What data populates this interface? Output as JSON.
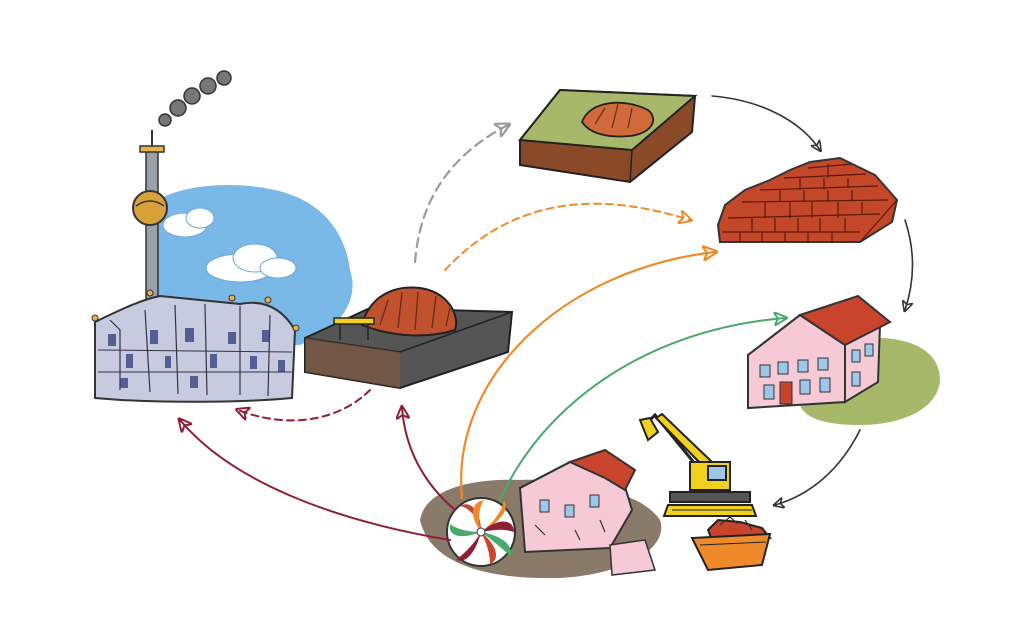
{
  "scene": {
    "nodes": [
      {
        "id": "incineration-plant",
        "icon": "incinerator-with-chimney-icon"
      },
      {
        "id": "landfill",
        "icon": "landfill-mound-icon"
      },
      {
        "id": "soil-reuse",
        "icon": "soil-plot-icon"
      },
      {
        "id": "bricks",
        "icon": "brick-stack-icon"
      },
      {
        "id": "new-house",
        "icon": "new-house-icon"
      },
      {
        "id": "demolition-site",
        "icon": "demolished-house-icon"
      },
      {
        "id": "excavator",
        "icon": "excavator-icon"
      },
      {
        "id": "skip-container",
        "icon": "debris-skip-icon"
      },
      {
        "id": "recycling-hub",
        "icon": "recycling-swirl-icon"
      }
    ],
    "colors": {
      "sky": "#7ab8e8",
      "grass": "#a8b86a",
      "brick": "#c4472a",
      "roof": "#c9442c",
      "house_wall": "#f6c9d6",
      "soil": "#8a5a3a",
      "maroon_flow": "#8e1f35",
      "orange_flow": "#ee8a2a",
      "green_flow": "#4aa86a",
      "grey_flow": "#9a9a9a",
      "dark_flow": "#333333",
      "crane_yellow": "#f0d21e"
    }
  }
}
